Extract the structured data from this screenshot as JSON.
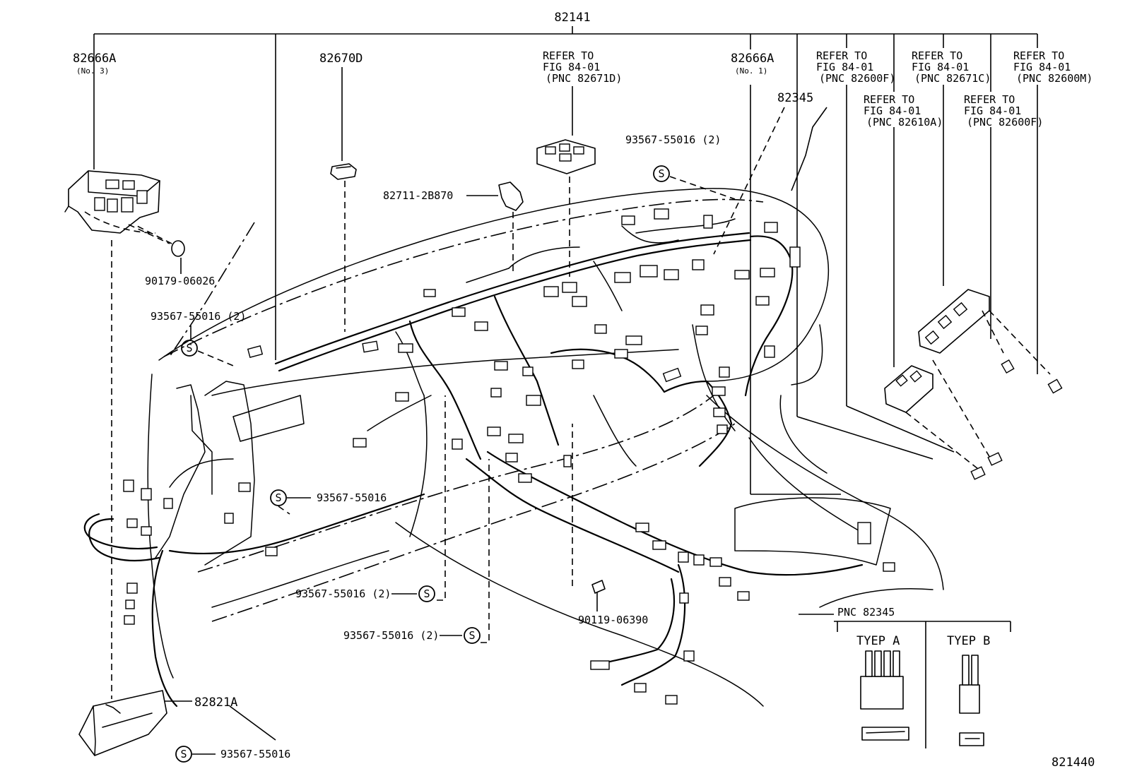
{
  "diagram_number": "821440",
  "main_part": "82141",
  "callouts": {
    "relay_block_no3": {
      "part": "82666A",
      "note": "(No. 3)"
    },
    "connector_82670d": {
      "part": "82670D"
    },
    "refer_junction_a": {
      "line1": "REFER TO",
      "line2": "FIG 84-01",
      "line3": "(PNC 82671D)"
    },
    "relay_block_no1": {
      "part": "82666A",
      "note": "(No. 1)"
    },
    "refer_b": {
      "line1": "REFER TO",
      "line2": "FIG 84-01",
      "line3": "(PNC 82600F)"
    },
    "refer_c": {
      "line1": "REFER TO",
      "line2": "FIG 84-01",
      "line3": "(PNC 82671C)"
    },
    "refer_d": {
      "line1": "REFER TO",
      "line2": "FIG 84-01",
      "line3": "(PNC 82600M)"
    },
    "refer_e": {
      "line1": "REFER TO",
      "line2": "FIG 84-01",
      "line3": "(PNC 82610A)"
    },
    "refer_f": {
      "line1": "REFER TO",
      "line2": "FIG 84-01",
      "line3": "(PNC 82600F)"
    },
    "wire_82345": {
      "part": "82345"
    },
    "clamp_82711": {
      "part": "82711-2B870"
    },
    "clip_90179": {
      "part": "90179-06026"
    },
    "screw_90119": {
      "part": "90119-06390"
    },
    "box_82821a": {
      "part": "82821A"
    },
    "clamp_top": {
      "part": "93567-55016 (2)"
    },
    "clamp_left": {
      "part": "93567-55016 (2)"
    },
    "clamp_mid": {
      "part": "93567-55016"
    },
    "clamp_low1": {
      "part": "93567-55016 (2)"
    },
    "clamp_low2": {
      "part": "93567-55016 (2)"
    },
    "clamp_bottom": {
      "part": "93567-55016"
    }
  },
  "clamp_symbol_letter": "S",
  "inset": {
    "title": "PNC 82345",
    "type_a": "TYEP A",
    "type_b": "TYEP B"
  },
  "colors": {
    "ink": "#000000",
    "paper": "#ffffff"
  }
}
